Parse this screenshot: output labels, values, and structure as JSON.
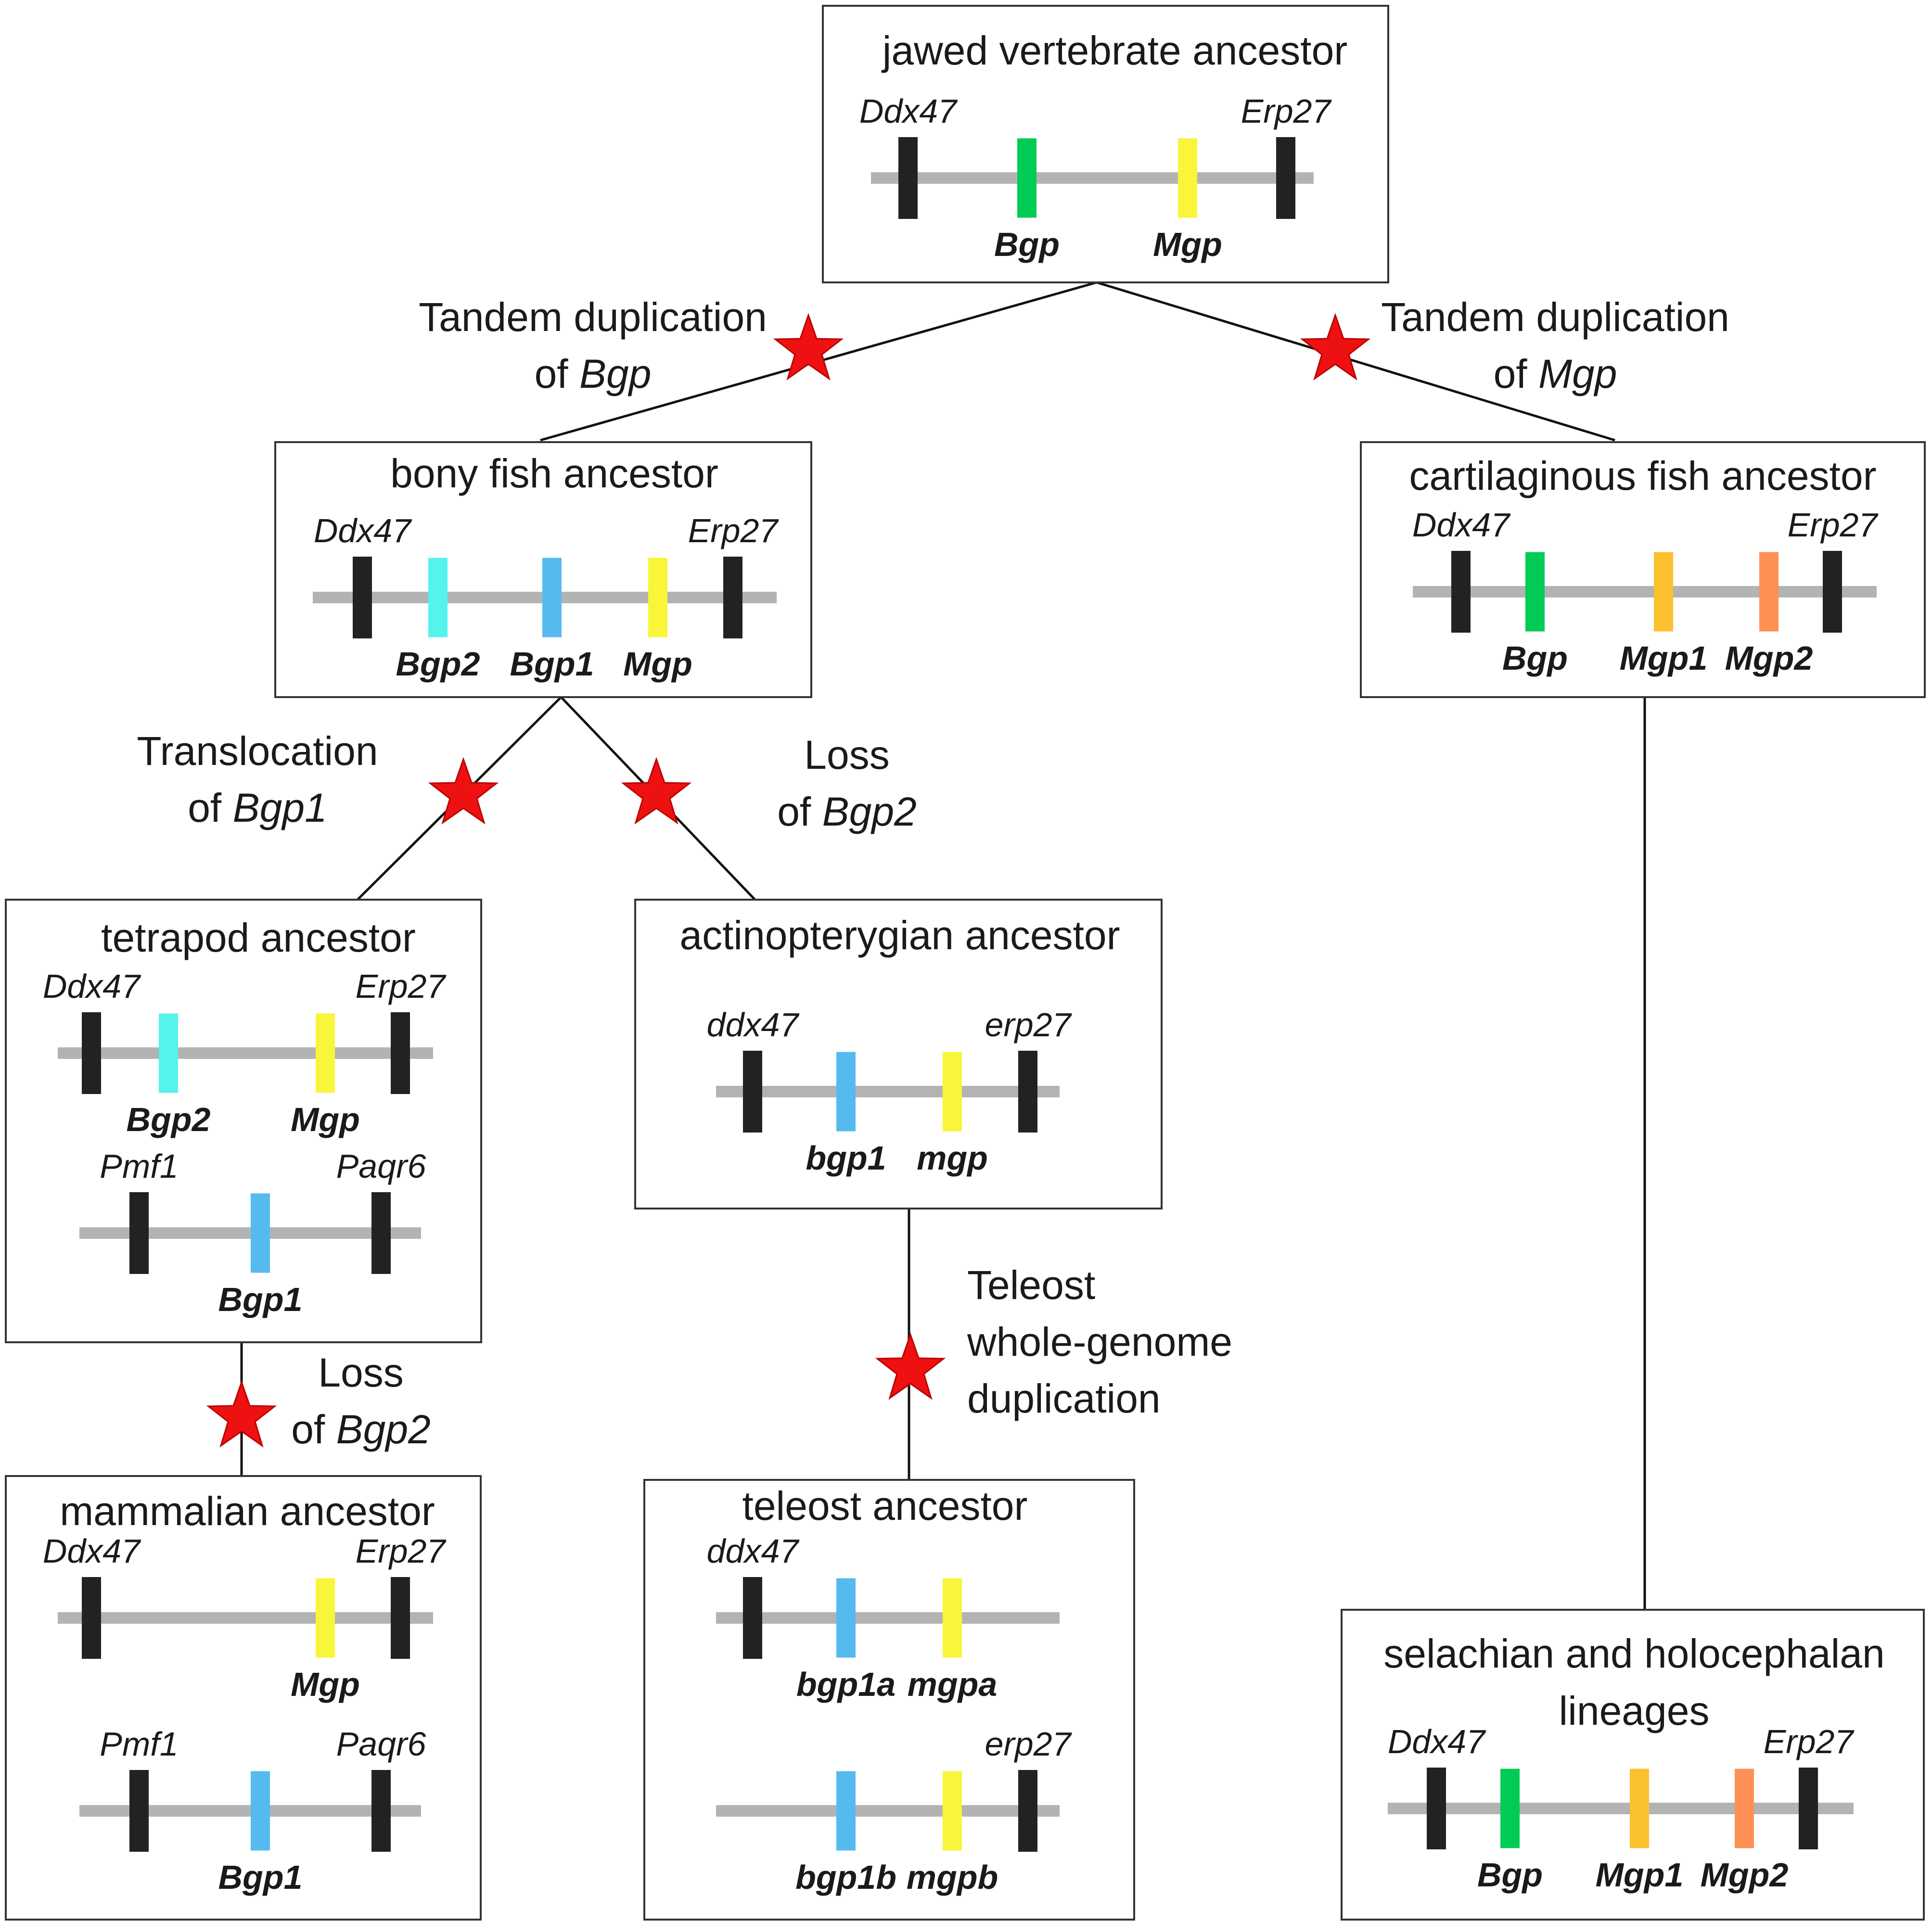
{
  "colors": {
    "line": "#111111",
    "chromosome": "#b3b3b3",
    "flank": "#222222",
    "star": "#ee1111",
    "bgp": "#00cc55",
    "bgp1": "#55bbee",
    "bgp2": "#55f2ee",
    "mgp": "#f8f53a",
    "mgp1": "#fbc02d",
    "mgp2": "#ff9055"
  },
  "nodes": {
    "jawed": {
      "title": "jawed vertebrate ancestor",
      "chr": [
        {
          "top": [
            "Ddx47",
            "",
            "",
            "Erp27"
          ],
          "bottom": [
            "",
            "Bgp",
            "Mgp",
            ""
          ]
        }
      ]
    },
    "bony": {
      "title": "bony fish ancestor",
      "chr": [
        {
          "top": [
            "Ddx47",
            "",
            "",
            "",
            "Erp27"
          ],
          "bottom": [
            "",
            "Bgp2",
            "Bgp1",
            "Mgp",
            ""
          ]
        }
      ]
    },
    "cart": {
      "title": "cartilaginous fish ancestor",
      "chr": [
        {
          "top": [
            "Ddx47",
            "",
            "",
            "",
            "Erp27"
          ],
          "bottom": [
            "",
            "Bgp",
            "Mgp1",
            "Mgp2",
            ""
          ]
        }
      ]
    },
    "tetra": {
      "title": "tetrapod ancestor",
      "chr": [
        {
          "top": [
            "Ddx47",
            "",
            "",
            "Erp27"
          ],
          "bottom": [
            "",
            "Bgp2",
            "Mgp",
            ""
          ]
        },
        {
          "top": [
            "Pmf1",
            "",
            "Paqr6"
          ],
          "bottom": [
            "",
            "Bgp1",
            ""
          ]
        }
      ]
    },
    "actino": {
      "title": "actinopterygian ancestor",
      "chr": [
        {
          "top": [
            "ddx47",
            "",
            "",
            "erp27"
          ],
          "bottom": [
            "",
            "bgp1",
            "mgp",
            ""
          ]
        }
      ]
    },
    "mammal": {
      "title": "mammalian ancestor",
      "chr": [
        {
          "top": [
            "Ddx47",
            "",
            "Erp27"
          ],
          "bottom": [
            "",
            "Mgp",
            ""
          ]
        },
        {
          "top": [
            "Pmf1",
            "",
            "Paqr6"
          ],
          "bottom": [
            "",
            "Bgp1",
            ""
          ]
        }
      ]
    },
    "teleost": {
      "title": "teleost ancestor",
      "chr": [
        {
          "top": [
            "ddx47",
            "",
            ""
          ],
          "bottom": [
            "",
            "bgp1a",
            "mgpa"
          ]
        },
        {
          "top": [
            "",
            "",
            "erp27"
          ],
          "bottom": [
            "bgp1b",
            "mgpb",
            ""
          ]
        }
      ]
    },
    "selach": {
      "title": [
        "selachian and holocephalan",
        "lineages"
      ],
      "chr": [
        {
          "top": [
            "Ddx47",
            "",
            "",
            "",
            "Erp27"
          ],
          "bottom": [
            "",
            "Bgp",
            "Mgp1",
            "Mgp2",
            ""
          ]
        }
      ]
    }
  },
  "events": {
    "bgp_tandem": {
      "text": "Tandem duplication",
      "prefix": "of ",
      "gene": "Bgp"
    },
    "mgp_tandem": {
      "text": "Tandem duplication",
      "prefix": "of ",
      "gene": "Mgp"
    },
    "translocation": {
      "text": "Translocation",
      "prefix": "of ",
      "gene": "Bgp1"
    },
    "loss_actino": {
      "text": "Loss",
      "prefix": "of ",
      "gene": "Bgp2"
    },
    "loss_mammal": {
      "text": "Loss",
      "prefix": "of ",
      "gene": "Bgp2"
    },
    "wgd": {
      "lines": [
        "Teleost",
        "whole-genome",
        "duplication"
      ]
    }
  }
}
